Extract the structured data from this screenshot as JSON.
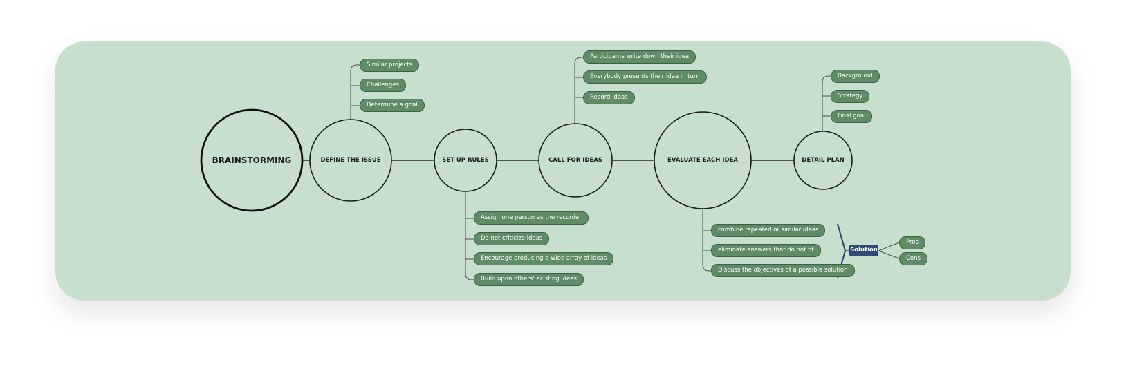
{
  "root": {
    "label": "BRAINSTORMING"
  },
  "steps": [
    {
      "label": "DEFINE THE ISSUE"
    },
    {
      "label": "SET UP RULES"
    },
    {
      "label": "CALL FOR IDEAS"
    },
    {
      "label": "EVALUATE EACH IDEA"
    },
    {
      "label": "DETAIL PLAN"
    }
  ],
  "branches": {
    "define_issue": [
      "Similar projects",
      "Challenges",
      "Determine a goal"
    ],
    "set_up_rules": [
      "Assign one person as the recorder",
      "Do not criticize ideas",
      "Encourage producing a wide array of ideas",
      "Build upon others' existing ideas"
    ],
    "call_for_ideas": [
      "Participants write down their idea",
      "Everybody presents their idea in turn",
      "Record ideas"
    ],
    "evaluate_each_idea": [
      "combine repeated or similar ideas",
      "eliminate answers that do not fit",
      "Discuss the objectives of a possible solution"
    ],
    "detail_plan": [
      "Background",
      "Strategy",
      "Final goal"
    ]
  },
  "summary": {
    "label": "Solution",
    "items": [
      "Pros",
      "Cons"
    ]
  },
  "colors": {
    "panel": "#c9dfcd",
    "topic_fill": "#5f8c67",
    "topic_border": "#3d6146",
    "summary_fill": "#2f4a77",
    "line": "#3a3a3a"
  }
}
